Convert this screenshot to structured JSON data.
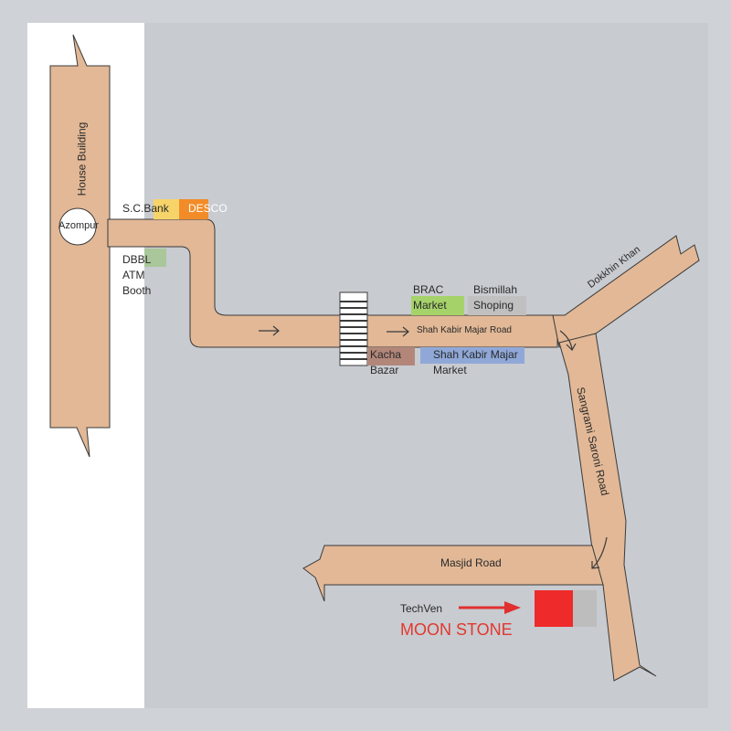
{
  "map": {
    "colors": {
      "frame": "#cfd3d8",
      "white_panel": "#ffffff",
      "area": "#c8cbd0",
      "road": "#e2b896",
      "road_outline": "#3a3a3a",
      "sc_bank": "#f7d46a",
      "desco": "#f28c28",
      "dbbl": "#a9c79a",
      "brac": "#a5d36a",
      "bismillah": "#c0c0c0",
      "kacha": "#b2877a",
      "shah_kabir_market": "#8fa8d8",
      "moon_stone_block": "#ee2a2a",
      "moon_stone_side": "#bdbdbd",
      "pointer_arrow": "#e03030",
      "moon_stone_text": "#e2382e"
    },
    "roads": {
      "house_building": "House Building",
      "shah_kabir_majar_road": "Shah Kabir Majar Road",
      "dokkhin_khan": "Dokkhin Khan",
      "sangrami_saroni_road": "Sangrami Saroni Road",
      "masjid_road": "Masjid Road"
    },
    "places": {
      "azompur": "Azompur",
      "sc_bank": "S.C.Bank",
      "desco": "DESCO",
      "dbbl_line1": "DBBL",
      "dbbl_line2": "ATM",
      "dbbl_line3": "Booth",
      "brac_line1": "BRAC",
      "brac_line2": "Market",
      "bismillah_line1": "Bismillah",
      "bismillah_line2": "Shoping",
      "kacha_line1": "Kacha",
      "kacha_line2": "Bazar",
      "shah_kabir_market_line1": "Shah Kabir Majar",
      "shah_kabir_market_line2": "Market",
      "techven": "TechVen",
      "moon_stone": "MOON STONE"
    }
  }
}
